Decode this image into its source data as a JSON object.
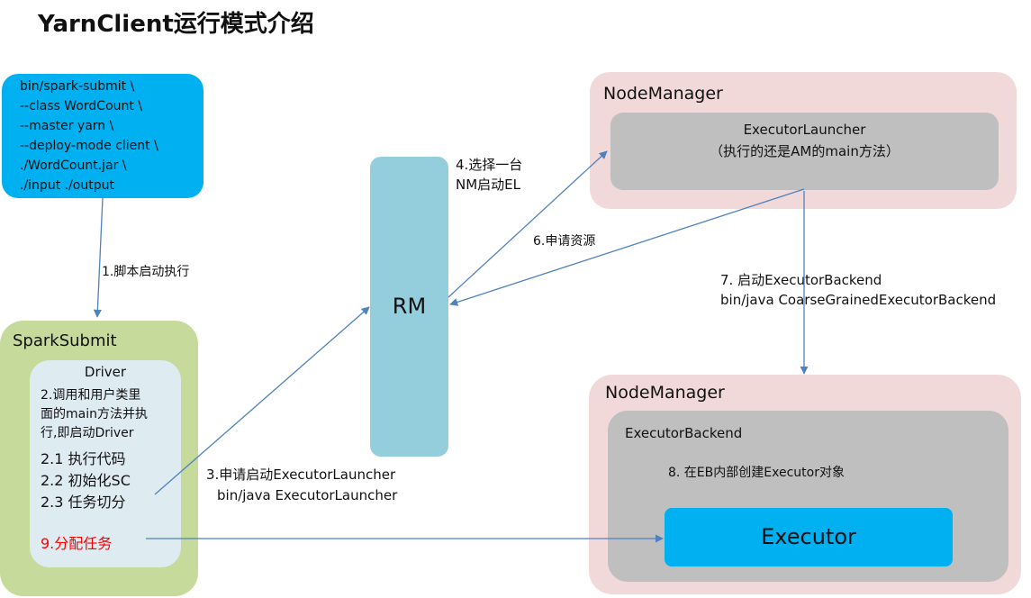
{
  "title": "YarnClient运行模式介绍",
  "command": {
    "lines": [
      "bin/spark-submit \\",
      "--class WordCount \\",
      "--master yarn \\",
      "--deploy-mode client \\",
      "./WordCount.jar \\",
      "./input ./output"
    ]
  },
  "spark_submit": {
    "label": "SparkSubmit",
    "driver": {
      "title": "Driver",
      "step2_line1": "2.调用和用户类里",
      "step2_line2": "面的main方法并执",
      "step2_line3": "行,即启动Driver",
      "sub1": "2.1 执行代码",
      "sub2": "2.2 初始化SC",
      "sub3": "2.3 任务切分",
      "step9": "9.分配任务"
    }
  },
  "rm": {
    "label": "RM"
  },
  "node_manager_1": {
    "label": "NodeManager",
    "executor_launcher": {
      "line1": "ExecutorLauncher",
      "line2": "（执行的还是AM的main方法）"
    }
  },
  "node_manager_2": {
    "label": "NodeManager",
    "executor_backend": {
      "label": "ExecutorBackend",
      "step8": "8. 在EB内部创建Executor对象",
      "executor": "Executor"
    }
  },
  "steps": {
    "step1": "1.脚本启动执行",
    "step3_line1": "3.申请启动ExecutorLauncher",
    "step3_line2": "bin/java ExecutorLauncher",
    "step4_line1": "4.选择一台",
    "step4_line2": "NM启动EL",
    "step6": "6.申请资源",
    "step7_line1": "7. 启动ExecutorBackend",
    "step7_line2": "bin/java CoarseGrainedExecutorBackend"
  },
  "colors": {
    "command_box": "#00b0f0",
    "spark_submit": "#c5da9b",
    "driver": "#deebf1",
    "rm": "#94cedd",
    "node_manager": "#f1d9d9",
    "inner_gray": "#bfbfbf",
    "executor": "#00b0f0",
    "arrow": "#4f81bd",
    "highlight_text": "#ff0000"
  }
}
